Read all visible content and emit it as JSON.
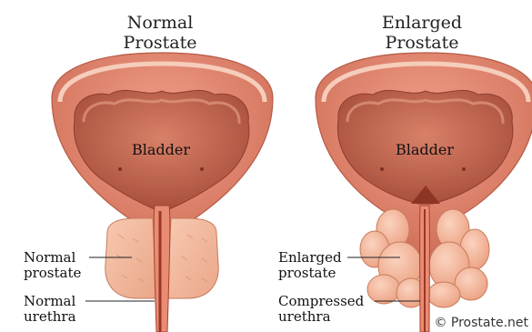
{
  "normal": {
    "title_line1": "Normal",
    "title_line2": "Prostate",
    "bladder_label": "Bladder",
    "prostate_label_line1": "Normal",
    "prostate_label_line2": "prostate",
    "urethra_label_line1": "Normal",
    "urethra_label_line2": "urethra"
  },
  "enlarged": {
    "title_line1": "Enlarged",
    "title_line2": "Prostate",
    "bladder_label": "Bladder",
    "prostate_label_line1": "Enlarged",
    "prostate_label_line2": "prostate",
    "urethra_label_line1": "Compressed",
    "urethra_label_line2": "urethra"
  },
  "credit": "© Prostate.net",
  "colors": {
    "bladder_outer": "#e8907a",
    "bladder_outer_dark": "#c9644f",
    "bladder_rim": "#f3c9b6",
    "bladder_inner": "#cf6b55",
    "bladder_inner_dark": "#a84a38",
    "prostate": "#f4b79b",
    "prostate_dark": "#e0957a",
    "urethra": "#b5452f"
  }
}
